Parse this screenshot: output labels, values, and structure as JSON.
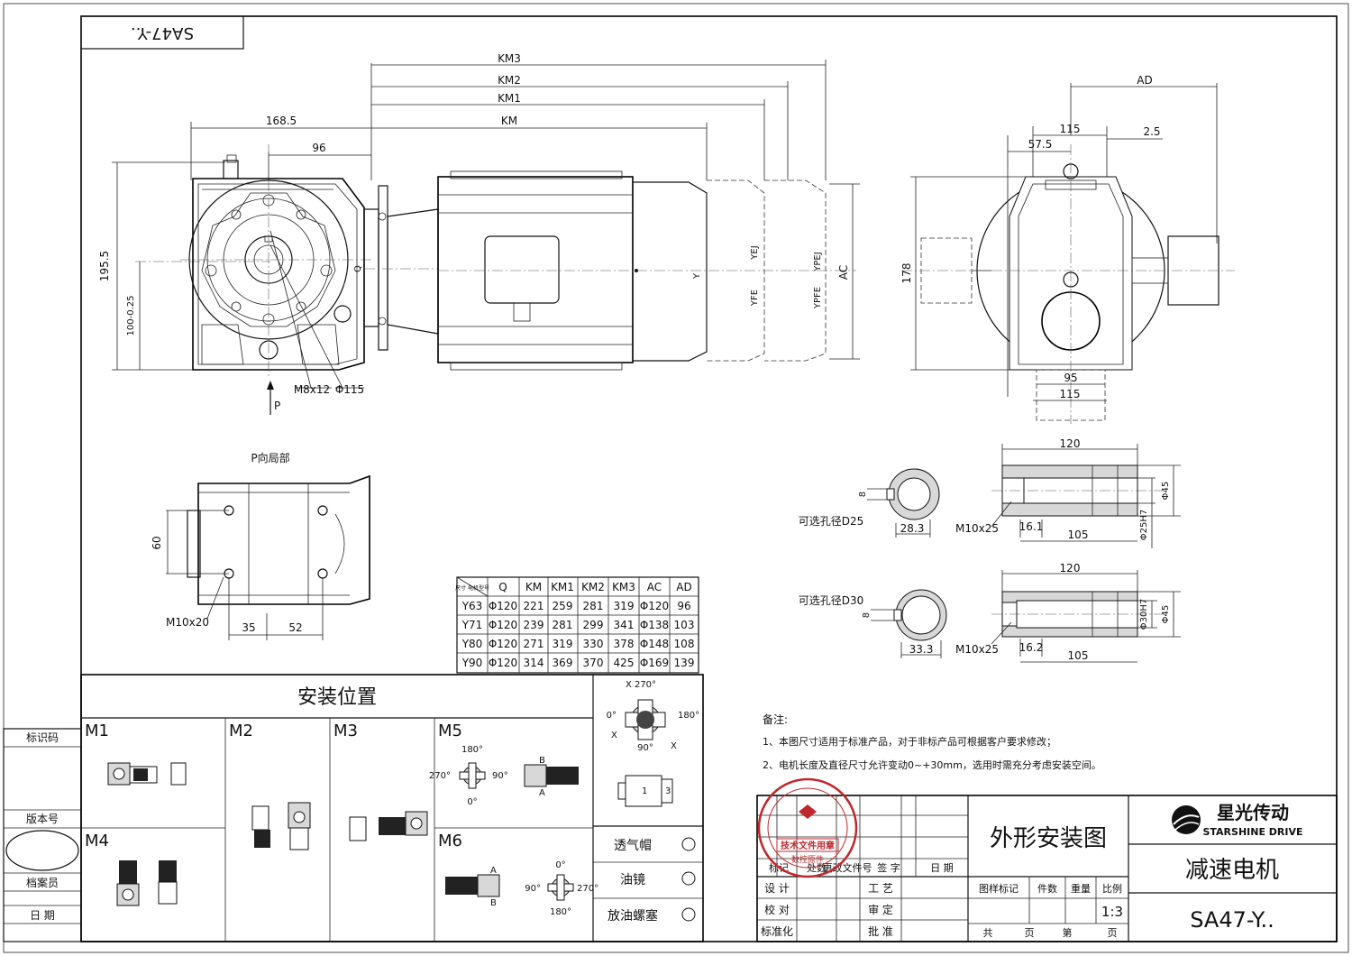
{
  "drawing": {
    "model_box": "SA47-Y..",
    "view_p_label": "P",
    "p_local_view": "P向局部",
    "optional_bore_d25": "可选孔径D25",
    "optional_bore_d30": "可选孔径D30"
  },
  "dims": {
    "km3": "KM3",
    "km2": "KM2",
    "km1": "KM1",
    "km": "KM",
    "d1685": "168.5",
    "d96": "96",
    "d1955": "195.5",
    "d100": "100-0.25",
    "m8x12": "M8x12",
    "phi115": "Φ115",
    "ad": "AD",
    "d115": "115",
    "d25": "2.5",
    "d575": "57.5",
    "d178": "178",
    "d95": "95",
    "d115b": "115",
    "q": "Q",
    "y": "Y",
    "yfe": "YFE",
    "yfej": "YEJ",
    "ypfe": "YPFE",
    "ypej": "YPEJ",
    "ac": "AC",
    "d60": "60",
    "m10x20": "M10x20",
    "d35": "35",
    "d52": "52",
    "d120a": "120",
    "d8a": "8",
    "d283": "28.3",
    "m10x25a": "M10x25",
    "d161": "16.1",
    "d105a": "105",
    "phi45a": "Φ45",
    "phi25h7": "Φ25H7",
    "d120b": "120",
    "d8b": "8",
    "d333": "33.3",
    "m10x25b": "M10x25",
    "d162": "16.2",
    "d105b": "105",
    "phi30h7": "Φ30H7",
    "phi45b": "Φ45"
  },
  "table": {
    "corner": "尺寸 电机型号",
    "headers": [
      "Q",
      "KM",
      "KM1",
      "KM2",
      "KM3",
      "AC",
      "AD"
    ],
    "rows": [
      {
        "motor": "Y63",
        "values": [
          "Φ120",
          "221",
          "259",
          "281",
          "319",
          "Φ120",
          "96"
        ]
      },
      {
        "motor": "Y71",
        "values": [
          "Φ120",
          "239",
          "281",
          "299",
          "341",
          "Φ138",
          "103"
        ]
      },
      {
        "motor": "Y80",
        "values": [
          "Φ120",
          "271",
          "319",
          "330",
          "378",
          "Φ148",
          "108"
        ]
      },
      {
        "motor": "Y90",
        "values": [
          "Φ120",
          "314",
          "369",
          "370",
          "425",
          "Φ169",
          "139"
        ]
      }
    ]
  },
  "mounting": {
    "title": "安装位置",
    "positions": [
      "M1",
      "M2",
      "M3",
      "M5",
      "M4",
      "M6"
    ],
    "angles": {
      "a270": "270°",
      "a0": "0°",
      "a90": "90°",
      "a180": "180°"
    },
    "marks": {
      "x": "X",
      "a": "A",
      "b": "B",
      "one": "1",
      "three": "3"
    },
    "legend": [
      "透气帽",
      "油镜",
      "放油螺塞"
    ]
  },
  "notes": {
    "heading": "备注:",
    "items": [
      "1、本图尺寸适用于标准产品，对于非标产品可根据客户要求修改；",
      "2、电机长度及直径尺寸允许变动0~+30mm，选用时需充分考虑安装空间。"
    ]
  },
  "left_strip": {
    "labels": [
      "标识码",
      "版本号",
      "档案员",
      "日  期"
    ]
  },
  "title_block": {
    "drawing_type": "外形安装图",
    "product": "减速电机",
    "model": "SA47-Y..",
    "brand_cn": "星光传动",
    "brand_en": "STARSHINE DRIVE",
    "stamp_main": "技术文件用章",
    "stamp_sub": "数控原件",
    "row_headers": [
      "标记",
      "处数",
      "更改文件号",
      "签 字",
      "日 期"
    ],
    "design": "设 计",
    "craft": "工 艺",
    "check": "校 对",
    "approve_check": "审 定",
    "standard": "标准化",
    "approve": "批 准",
    "sample_mark": "图样标记",
    "pieces": "件数",
    "weight": "重量",
    "scale": "比例",
    "scale_value": "1:3",
    "total": "共",
    "page": "页",
    "sheet": "第",
    "page2": "页"
  },
  "colors": {
    "line": "#111111",
    "stamp": "#c0282d",
    "fill": "#d8d8d8"
  }
}
